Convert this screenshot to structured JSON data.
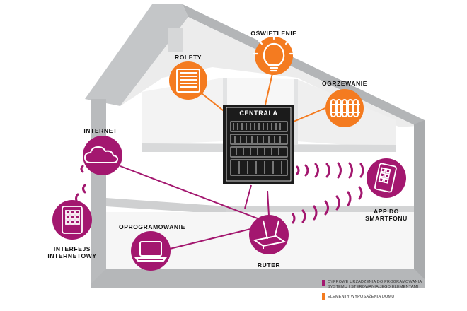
{
  "labels": {
    "oswietlenie": "OŚWIETLENIE",
    "rolety": "ROLETY",
    "ogrzewanie": "OGRZEWANIE",
    "centrala": "CENTRALA",
    "internet": "INTERNET",
    "app_line1": "APP DO",
    "app_line2": "SMARTFONU",
    "oprogramowanie": "OPROGRAMOWANIE",
    "interfejs_line1": "INTERFEJS",
    "interfejs_line2": "INTERNETOWY",
    "ruter": "RUTER"
  },
  "legend": {
    "digital_line1": "CYFROWE URZĄDZENIA DO PROGRAMOWANIA",
    "digital_line2": "SYSTEMU I STEROWANIA JEGO ELEMENTAMI",
    "home": "ELEMENTY WYPOSAŻENIA DOMU"
  },
  "colors": {
    "magenta": "#a3176f",
    "orange": "#f47b20",
    "wall": "#b9bbbd",
    "wall_dark": "#9fa1a3",
    "panel": "#1b1b1b"
  }
}
